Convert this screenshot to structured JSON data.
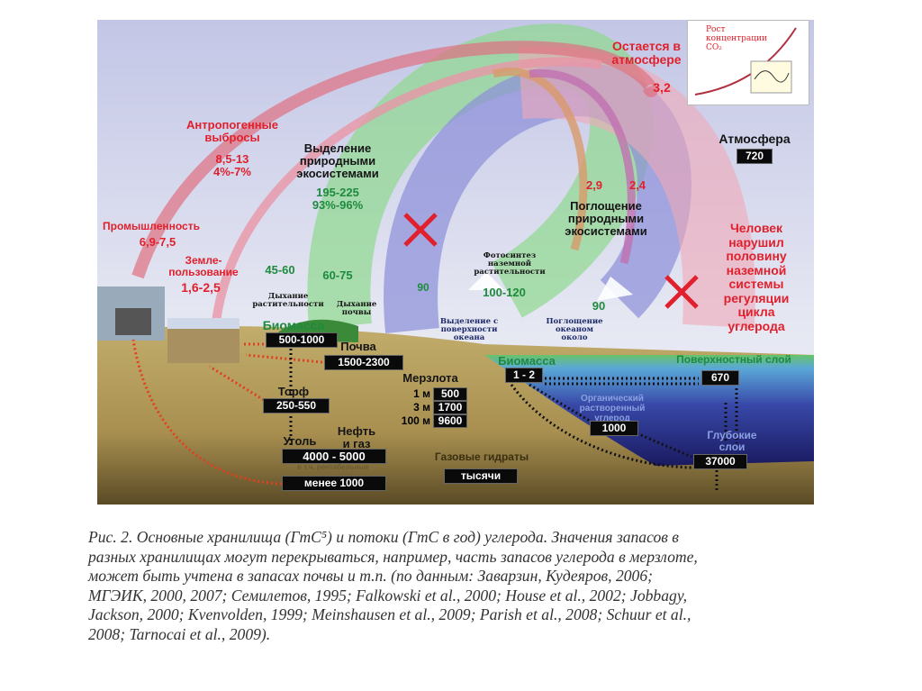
{
  "atmosphere": {
    "remains_label": [
      "Остается в",
      "атмосфере"
    ],
    "remains_value": "3,2",
    "label": "Атмосфера",
    "value": "720",
    "inset_title": [
      "Рост",
      "концентрации",
      "CO₂"
    ]
  },
  "anthropogenic": {
    "label": [
      "Антропогенные",
      "выбросы"
    ],
    "value": "8,5-13",
    "percent": "4%-7%",
    "industry_label": "Промышленность",
    "industry_value": "6,9-7,5",
    "landuse_label": [
      "Земле-",
      "пользование"
    ],
    "landuse_value": "1,6-2,5"
  },
  "natural_release": {
    "label": [
      "Выделение",
      "природными",
      "экосистемами"
    ],
    "value": "195-225",
    "percent": "93%-96%",
    "plant_resp_value": "45-60",
    "plant_resp_label": [
      "Дыхание",
      "растительности"
    ],
    "soil_resp_value": "60-75",
    "soil_resp_label": [
      "Дыхание",
      "почвы"
    ],
    "ocean_release_value": "90",
    "ocean_release_label": [
      "Выделение с",
      "поверхности",
      "океана"
    ]
  },
  "natural_uptake": {
    "land_value": "2,9",
    "ocean_value": "2,4",
    "label": [
      "Поглощение",
      "природными",
      "экосистемами"
    ],
    "photosynthesis_label": [
      "Фотосинтез",
      "наземной",
      "растительности"
    ],
    "photosynthesis_value": "100-120",
    "ocean_uptake_value": "90",
    "ocean_uptake_label": [
      "Поглощение",
      "океаном",
      "около"
    ]
  },
  "human_impact": [
    "Человек",
    "нарушил",
    "половину",
    "наземной",
    "системы",
    "регуляции",
    "цикла",
    "углерода"
  ],
  "land": {
    "biomass_label": "Биомасса",
    "biomass_value": "500-1000",
    "soil_label": "Почва",
    "soil_value": "1500-2300",
    "peat_label": "Торф",
    "peat_value": "250-550",
    "permafrost_label": "Мерзлота",
    "permafrost": [
      {
        "depth": "1 м",
        "value": "500"
      },
      {
        "depth": "3 м",
        "value": "1700"
      },
      {
        "depth": "100 м",
        "value": "9600"
      }
    ],
    "coal_label": "Уголь",
    "oil_gas_label": [
      "Нефть",
      "и газ"
    ],
    "fossil_value": "4000 - 5000",
    "profitable_label": "в т.ч. рентабельные",
    "profitable_value": "менее 1000",
    "hydrates_label": "Газовые гидраты",
    "hydrates_value": "тысячи"
  },
  "ocean": {
    "biomass_label": "Биомасса",
    "biomass_value": "1 - 2",
    "surface_label": "Поверхностный слой",
    "surface_value": "670",
    "doc_label": [
      "Органический",
      "растворенный",
      "углерод"
    ],
    "doc_value": "1000",
    "deep_label": [
      "Глубокие",
      "слои"
    ],
    "deep_value": "37000"
  },
  "caption": [
    "Рис. 2. Основные хранилища (ГтС⁵) и потоки (ГтС в год) углерода. Значения запасов в",
    "разных хранилищах могут перекрываться, например, часть запасов углерода в мерзлоте,",
    "может быть учтена в запасах почвы и т.п. (по данным: Заварзин, Кудеяров, 2006;",
    "МГЭИК, 2000, 2007; Семилетов, 1995; Falkowski et al., 2000; House et al., 2002; Jobbagy,",
    "Jackson, 2000; Kvenvolden, 1999; Meinshausen et al., 2009; Parish et al., 2008; Schuur et al.,",
    "2008; Tarnocai et al., 2009)."
  ],
  "colors": {
    "red": "#e0202c",
    "green": "#1e8a3e",
    "sky": "#b8c0e0",
    "ground": "#b09a5a",
    "ocean": "#2a2a8a"
  }
}
